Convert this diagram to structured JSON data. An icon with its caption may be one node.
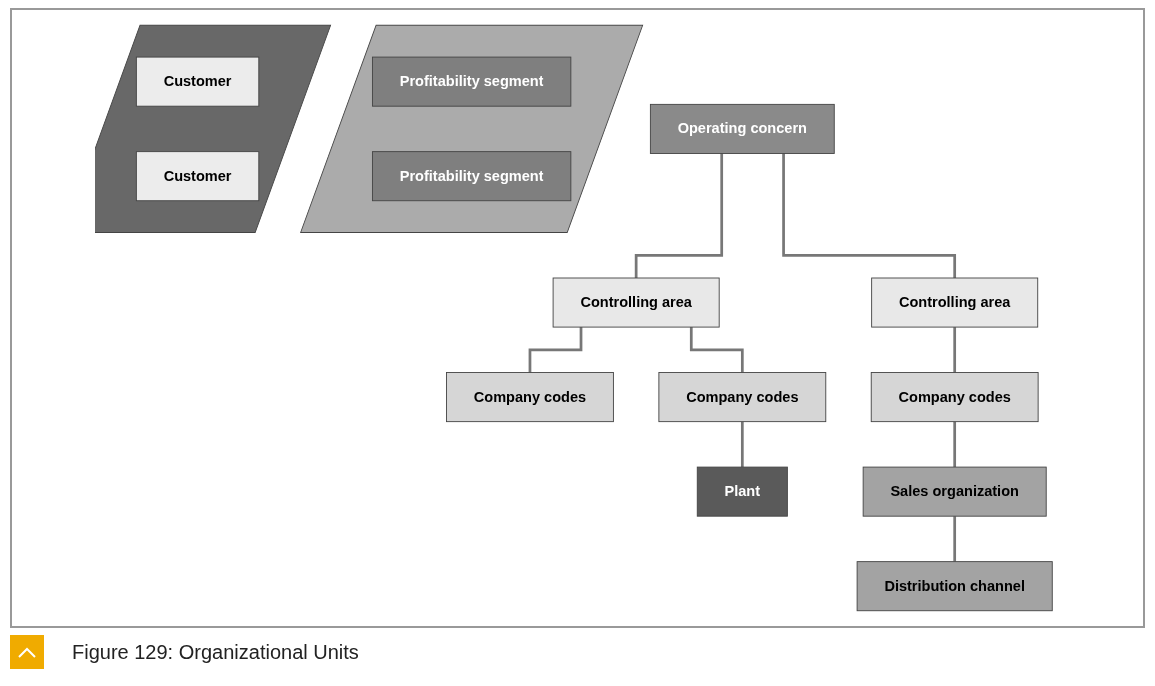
{
  "diagram": {
    "caption": "Figure 129: Organizational Units",
    "nodes": [
      {
        "text": [
          "Operating concern"
        ]
      },
      {
        "text": [],
        "shape": "parallelogram"
      },
      {
        "text": [
          "Profitability segment"
        ],
        "in": 1
      },
      {
        "text": [
          "Profitability segment"
        ],
        "in": 1
      },
      {
        "text": [
          "Controlling area"
        ]
      },
      {
        "text": [
          "Controlling area"
        ]
      },
      {
        "text": [
          "Company codes"
        ]
      },
      {
        "text": [
          "Company codes"
        ]
      },
      {
        "text": [
          "Company codes"
        ]
      },
      {
        "text": [
          "Plant"
        ]
      },
      {
        "text": [
          "Sales organization"
        ]
      },
      {
        "text": [
          "Distribution channel"
        ]
      },
      {
        "text": [],
        "shape": "parallelogram"
      },
      {
        "text": [
          "Customer"
        ],
        "in": 12
      },
      {
        "text": [
          "Customer"
        ],
        "in": 12
      }
    ],
    "edges": [
      {
        "from": 0,
        "to": 4,
        "arrow": "none"
      },
      {
        "from": 0,
        "to": 5,
        "arrow": "none"
      },
      {
        "from": 4,
        "to": 6,
        "arrow": "none"
      },
      {
        "from": 4,
        "to": 7,
        "arrow": "none"
      },
      {
        "from": 5,
        "to": 8,
        "arrow": "none"
      },
      {
        "from": 7,
        "to": 9,
        "arrow": "none"
      },
      {
        "from": 8,
        "to": 10,
        "arrow": "none"
      },
      {
        "from": 10,
        "to": 11,
        "arrow": "none"
      }
    ]
  }
}
